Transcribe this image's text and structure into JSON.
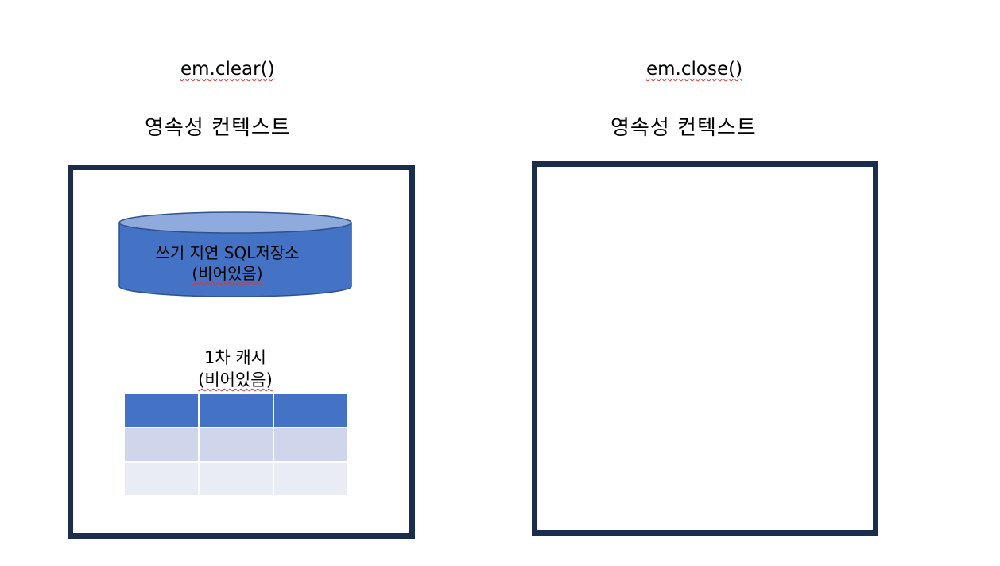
{
  "left": {
    "method_label": "em.clear()",
    "context_title": "영속성 컨텍스트",
    "write_delay_store": {
      "label": "쓰기 지연 SQL저장소",
      "status": "(비어있음)"
    },
    "first_level_cache": {
      "label": "1차 캐시",
      "status": "(비어있음)",
      "table": {
        "rows": 3,
        "cols": 3
      }
    }
  },
  "right": {
    "method_label": "em.close()",
    "context_title": "영속성 컨텍스트"
  },
  "colors": {
    "box_border": "#1b2d4c",
    "cylinder_body": "#4472c4",
    "cylinder_top": "#8faadc",
    "table_header": "#4472c4",
    "table_row": "#cfd5ea",
    "table_row_alt": "#e9ebf5"
  }
}
